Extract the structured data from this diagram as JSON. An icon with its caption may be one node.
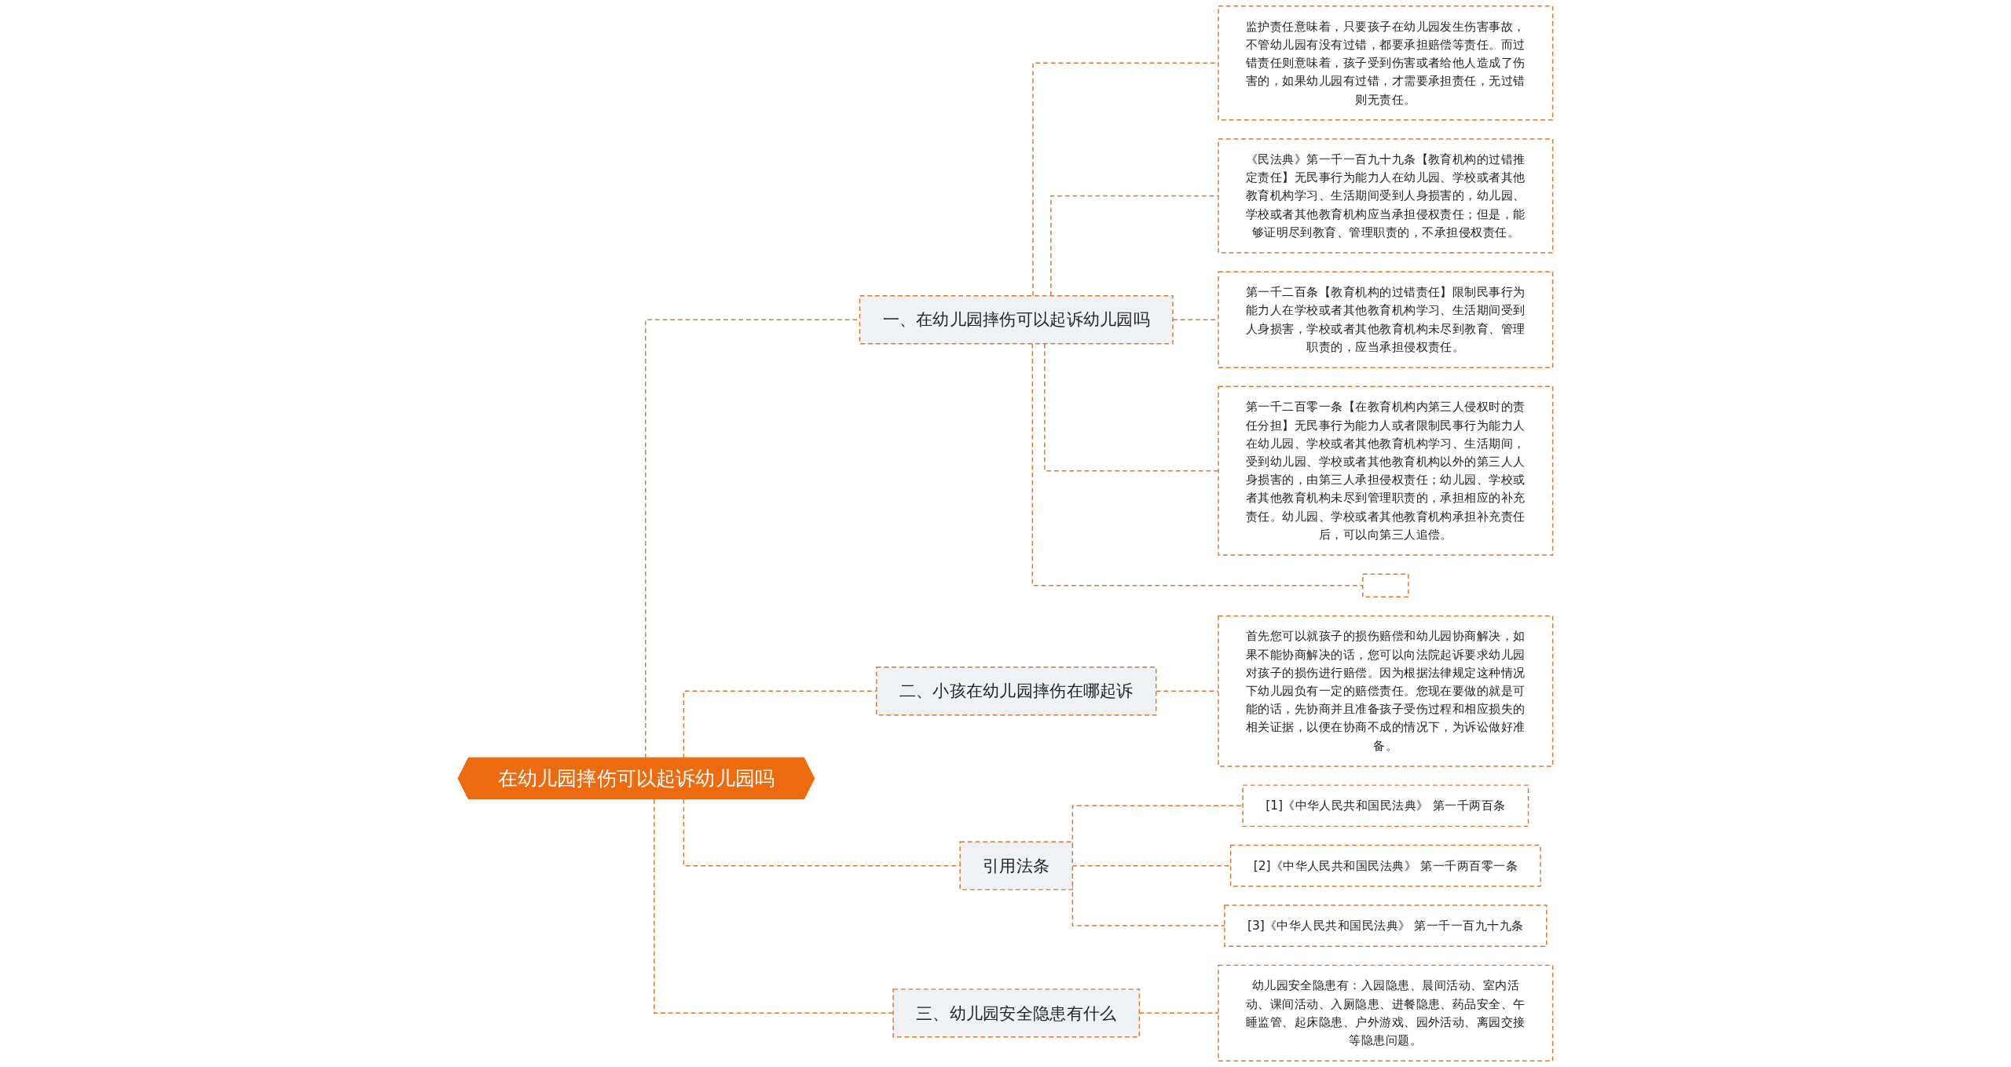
{
  "diagram": {
    "nodes": [
      {
        "text": [
          "在幼儿园摔伤可以起诉幼儿园吗"
        ]
      },
      {
        "text": [
          "一、在幼儿园摔伤可以起诉幼儿园吗"
        ]
      },
      {
        "text": [
          "监护责任意味着，只要孩子在幼儿园发生伤害事故，不管幼儿园有没有过错，都要承担赔偿等责任。而过错责任则意味着，孩子受到伤害或者给他人造成了伤害的，如果幼儿园有过错，才需要承担责任，无过错则无责任。"
        ]
      },
      {
        "text": [
          "《民法典》第一千一百九十九条【教育机构的过错推定责任】无民事行为能力人在幼儿园、学校或者其他教育机构学习、生活期间受到人身损害的，幼儿园、学校或者其他教育机构应当承担侵权责任；但是，能够证明尽到教育、管理职责的，不承担侵权责任。"
        ]
      },
      {
        "text": [
          "第一千二百条【教育机构的过错责任】限制民事行为能力人在学校或者其他教育机构学习、生活期间受到人身损害，学校或者其他教育机构未尽到教育、管理职责的，应当承担侵权责任。"
        ]
      },
      {
        "text": [
          "第一千二百零一条【在教育机构内第三人侵权时的责任分担】无民事行为能力人或者限制民事行为能力人在幼儿园、学校或者其他教育机构学习、生活期间，受到幼儿园、学校或者其他教育机构以外的第三人人身损害的，由第三人承担侵权责任；幼儿园、学校或者其他教育机构未尽到管理职责的，承担相应的补充责任。幼儿园、学校或者其他教育机构承担补充责任后，可以向第三人追偿。"
        ]
      },
      {
        "text": [],
        "shape": "box"
      },
      {
        "text": [
          "二、小孩在幼儿园摔伤在哪起诉"
        ]
      },
      {
        "text": [
          "首先您可以就孩子的损伤赔偿和幼儿园协商解决，如果不能协商解决的话，您可以向法院起诉要求幼儿园对孩子的损伤进行赔偿。因为根据法律规定这种情况下幼儿园负有一定的赔偿责任。您现在要做的就是可能的话，先协商并且准备孩子受伤过程和相应损失的相关证据，以便在协商不成的情况下，为诉讼做好准备。"
        ]
      },
      {
        "text": [
          "引用法条"
        ]
      },
      {
        "text": [
          "[1]《中华人民共和国民法典》 第一千两百条"
        ]
      },
      {
        "text": [
          "[2]《中华人民共和国民法典》 第一千两百零一条"
        ]
      },
      {
        "text": [
          "[3]《中华人民共和国民法典》 第一千一百九十九条"
        ]
      },
      {
        "text": [
          "三、幼儿园安全隐患有什么"
        ]
      },
      {
        "text": [
          "幼儿园安全隐患有：入园隐患、晨间活动、室内活动、课间活动、入厕隐患、进餐隐患、药品安全、午睡监管、起床隐患、户外游戏、园外活动、离园交接等隐患问题。"
        ]
      }
    ],
    "edges": [
      {
        "from": 0,
        "to": 1,
        "arrow": "none",
        "style": "dashed"
      },
      {
        "from": 1,
        "to": 2,
        "arrow": "none",
        "style": "dashed"
      },
      {
        "from": 1,
        "to": 3,
        "arrow": "none",
        "style": "dashed"
      },
      {
        "from": 1,
        "to": 4,
        "arrow": "none",
        "style": "dashed"
      },
      {
        "from": 1,
        "to": 5,
        "arrow": "none",
        "style": "dashed"
      },
      {
        "from": 1,
        "to": 6,
        "arrow": "none",
        "style": "dashed"
      },
      {
        "from": 0,
        "to": 7,
        "arrow": "none",
        "style": "dashed"
      },
      {
        "from": 7,
        "to": 8,
        "arrow": "none",
        "style": "dashed"
      },
      {
        "from": 0,
        "to": 9,
        "arrow": "none",
        "style": "dashed"
      },
      {
        "from": 9,
        "to": 10,
        "arrow": "none",
        "style": "dashed"
      },
      {
        "from": 9,
        "to": 11,
        "arrow": "none",
        "style": "dashed"
      },
      {
        "from": 9,
        "to": 12,
        "arrow": "none",
        "style": "dashed"
      },
      {
        "from": 0,
        "to": 13,
        "arrow": "none",
        "style": "dashed"
      },
      {
        "from": 13,
        "to": 14,
        "arrow": "none",
        "style": "dashed"
      }
    ]
  }
}
